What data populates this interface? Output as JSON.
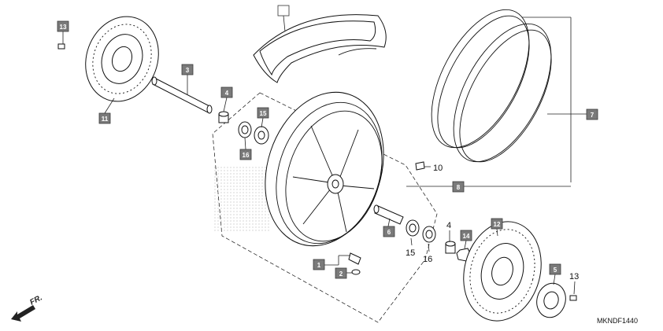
{
  "callouts": {
    "c1": "1",
    "c2": "2",
    "c3": "3",
    "c4a": "4",
    "c5": "5",
    "c6": "6",
    "c7": "7",
    "c8": "8",
    "c9": "",
    "c11": "11",
    "c12": "12",
    "c13a": "13",
    "c14": "14",
    "c15a": "15",
    "c16a": "16"
  },
  "labels": {
    "l4b": "4",
    "l10": "10",
    "l13b": "13",
    "l15b": "15",
    "l16b": "16"
  },
  "direction_label": "FR.",
  "diagram_code": "MKNDF1440"
}
